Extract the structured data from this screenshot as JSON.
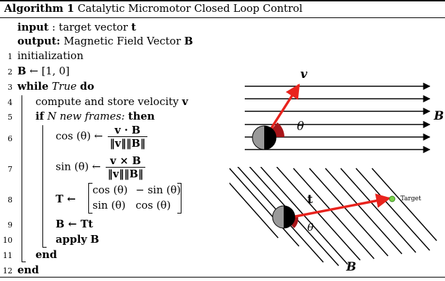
{
  "algorithm": {
    "label": "Algorithm 1",
    "title": "Catalytic Micromotor Closed Loop Control",
    "input_kw": "input",
    "input_text": ": target vector",
    "input_var": "t",
    "output_kw": "output:",
    "output_text": "Magnetic Field Vector",
    "output_var": "B",
    "line_numbers": [
      "1",
      "2",
      "3",
      "4",
      "5",
      "6",
      "7",
      "8",
      "9",
      "10",
      "11",
      "12"
    ],
    "line1": "initialization",
    "line2_lhs": "B",
    "line2_rhs": "← [1, 0]",
    "line3_kw": "while",
    "line3_cond": "True",
    "line3_do": "do",
    "line4_text": "compute and store velocity",
    "line4_var": "v",
    "line5_kw": "if",
    "line5_cond": "N new frames:",
    "line5_then": "then",
    "line6_lhs": "cos (θ) ←",
    "line6_num": "v · B",
    "line6_den": "‖v‖‖B‖",
    "line7_lhs": "sin (θ) ←",
    "line7_num": "v × B",
    "line7_den": "‖v‖‖B‖",
    "line8_lhs": "T ←",
    "matrix": [
      "cos (θ)",
      "− sin (θ)",
      "sin (θ)",
      "cos (θ)"
    ],
    "line9": "B ← Tt",
    "line10_kw": "apply",
    "line10_var": "B",
    "line11": "end",
    "line12": "end"
  },
  "figure": {
    "top_v_label": "v",
    "top_theta_label": "θ",
    "top_B_label": "B",
    "bottom_t_label": "t",
    "bottom_target_label": "Target",
    "bottom_theta_label": "θ",
    "bottom_B_label": "B",
    "colors": {
      "arrow_red": "#e8231d",
      "sector_red": "#a8161a",
      "target_green": "#7ad14a",
      "motor_gray": "#9a9a9a",
      "line_black": "#000000"
    }
  }
}
